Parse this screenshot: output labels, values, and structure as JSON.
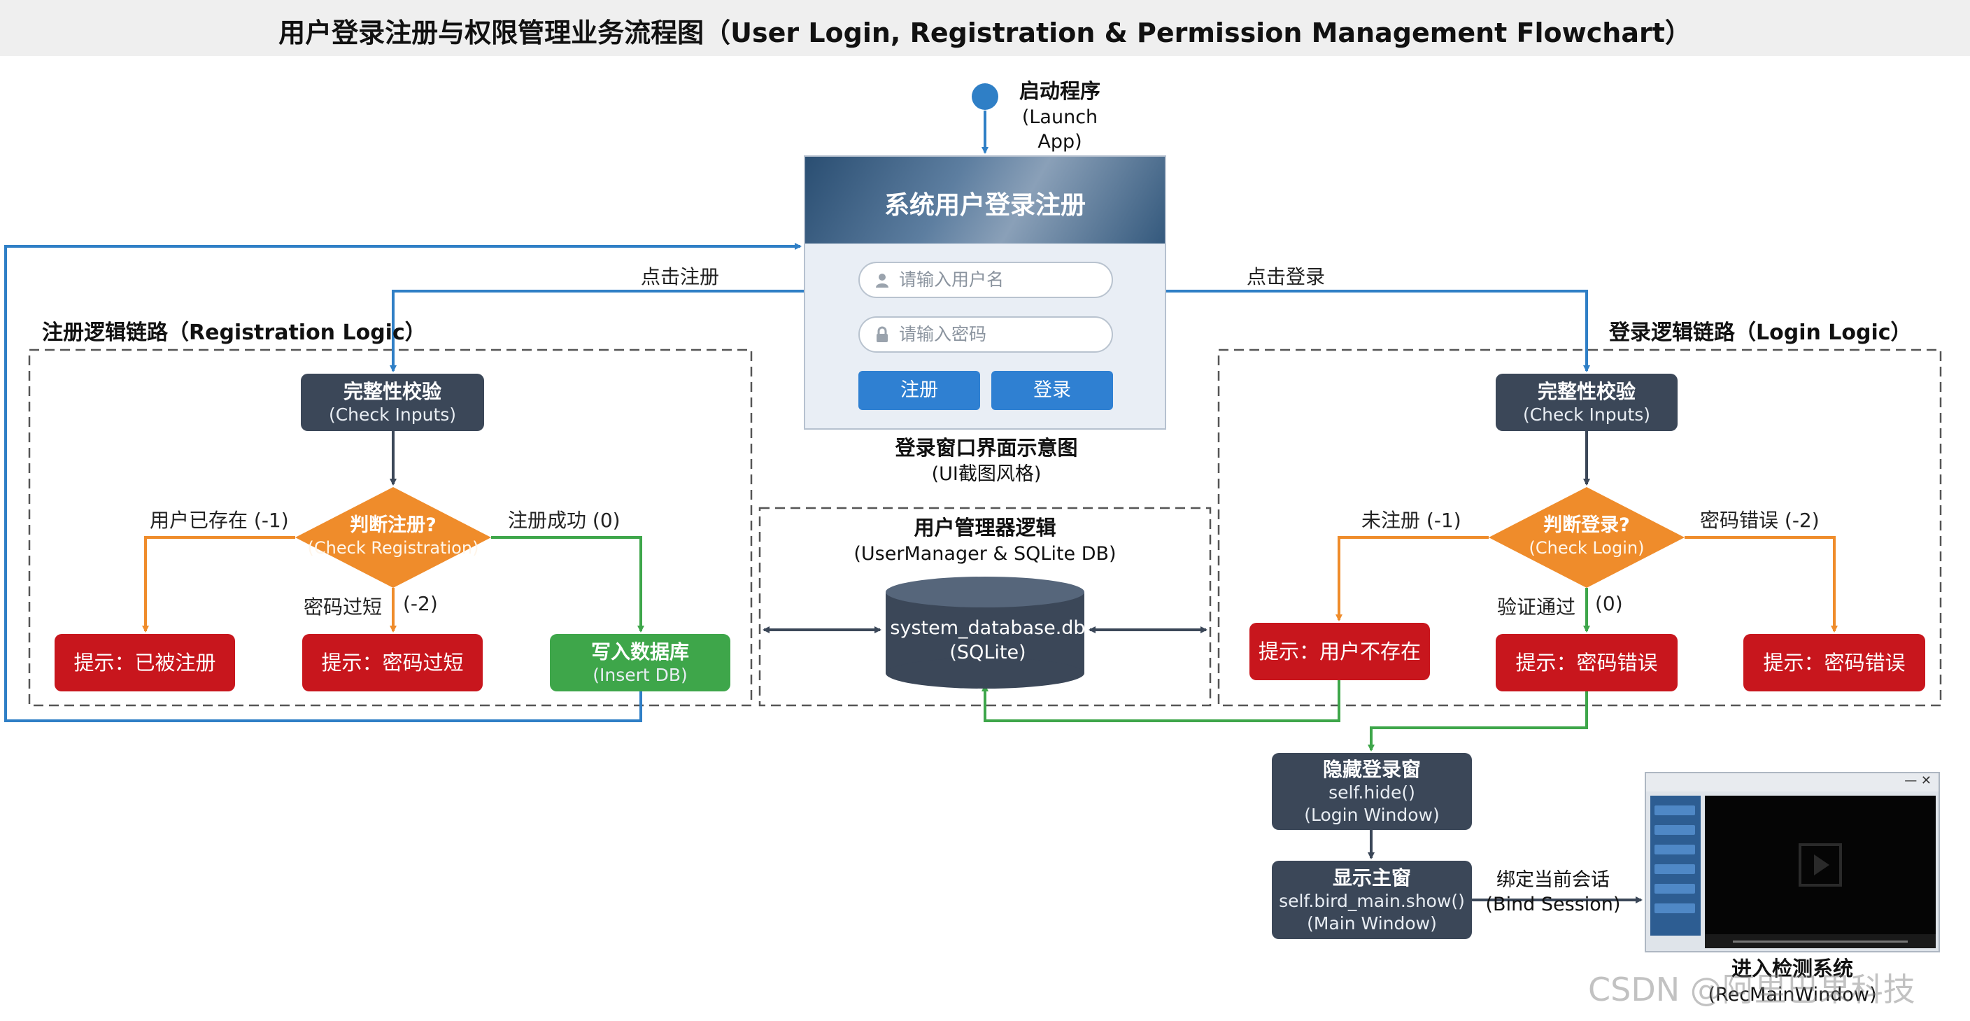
{
  "title": "用户登录注册与权限管理业务流程图（User Login, Registration & Permission Management Flowchart）",
  "start": {
    "line1": "启动程序",
    "line2": "(Launch App)"
  },
  "login_window": {
    "title": "系统用户登录注册",
    "username_placeholder": "请输入用户名",
    "password_placeholder": "请输入密码",
    "register_button": "注册",
    "login_button": "登录",
    "caption_line1": "登录窗口界面示意图",
    "caption_line2": "(UI截图风格)"
  },
  "edges": {
    "click_register": "点击注册",
    "click_login": "点击登录",
    "user_exists": "用户已存在 (-1)",
    "reg_success": "注册成功 (0)",
    "pwd_short_a": "密码过短",
    "pwd_short_b": "(-2)",
    "not_registered": "未注册 (-1)",
    "pwd_wrong": "密码错误 (-2)",
    "verified_a": "验证通过",
    "verified_b": "(0)",
    "bind_line1": "绑定当前会话",
    "bind_line2": "(Bind Session)"
  },
  "registration": {
    "section_label": "注册逻辑链路（Registration Logic）",
    "check_line1": "完整性校验",
    "check_line2": "(Check Inputs)",
    "decision_line1": "判断注册?",
    "decision_line2": "(Check Registration)",
    "msg_registered": "提示：已被注册",
    "msg_short": "提示：密码过短",
    "insert_line1": "写入数据库",
    "insert_line2": "(Insert DB)"
  },
  "login": {
    "section_label": "登录逻辑链路（Login Logic）",
    "check_line1": "完整性校验",
    "check_line2": "(Check Inputs)",
    "decision_line1": "判断登录?",
    "decision_line2": "(Check Login)",
    "msg_no_user": "提示：用户不存在",
    "msg_wrong_1": "提示：密码错误",
    "msg_wrong_2": "提示：密码错误"
  },
  "user_manager": {
    "title_line1": "用户管理器逻辑",
    "title_line2": "(UserManager & SQLite DB)",
    "db_line1": "system_database.db",
    "db_line2": "(SQLite)"
  },
  "hide_node": {
    "line1": "隐藏登录窗",
    "line2": "self.hide()",
    "line3": "(Login Window)"
  },
  "show_node": {
    "line1": "显示主窗",
    "line2": "self.bird_main.show()",
    "line3": "(Main Window)"
  },
  "main_window": {
    "caption_line1": "进入检测系统",
    "caption_line2": "(RecMainWindow)"
  },
  "watermark": "CSDN @阿里巴果科技",
  "colors": {
    "dark_node": "#3b4758",
    "red_node": "#c8161d",
    "green_node": "#3ea64a",
    "orange_decision": "#ef8c2b",
    "blue_edge": "#2f7fc6",
    "green_edge": "#3ea64a"
  }
}
